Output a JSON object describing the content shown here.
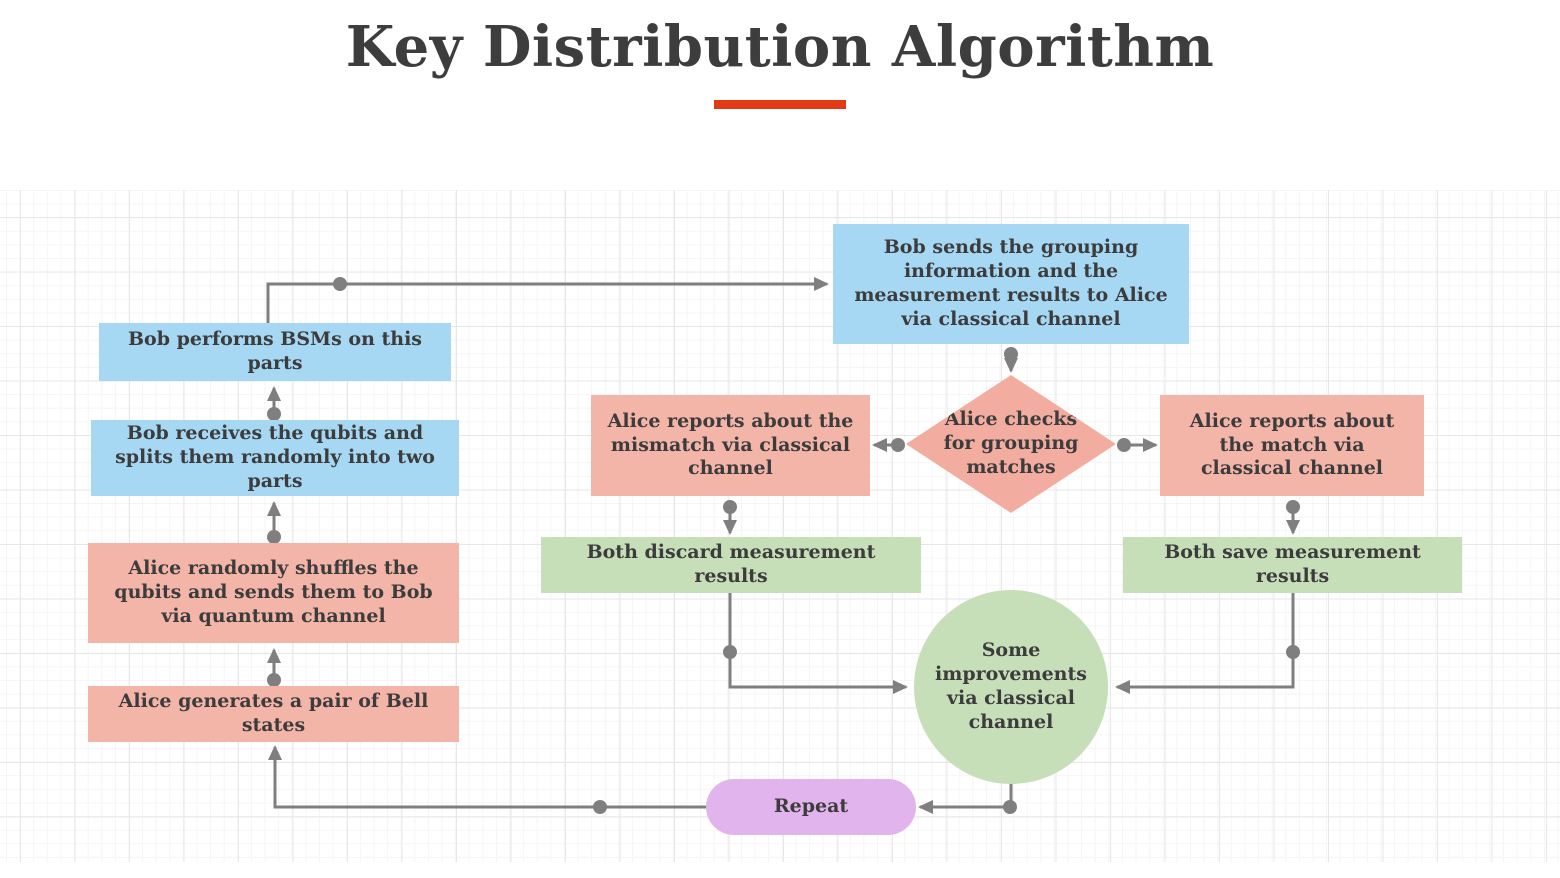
{
  "header": {
    "title": "Key Distribution Algorithm"
  },
  "flowchart": {
    "nodes": {
      "generate": {
        "label": "Alice generates a pair of Bell states",
        "shape": "rect",
        "color": "#f4b5a9"
      },
      "shuffle": {
        "label": "Alice randomly shuffles the qubits and sends them to Bob via quantum channel",
        "shape": "rect",
        "color": "#f4b5a9"
      },
      "receive": {
        "label": "Bob receives the qubits and splits them randomly into two parts",
        "shape": "rect",
        "color": "#a6d7f3"
      },
      "bsm": {
        "label": "Bob performs BSMs on this parts",
        "shape": "rect",
        "color": "#a6d7f3"
      },
      "bobsends": {
        "label": "Bob sends the grouping information and the measurement results to Alice via classical channel",
        "shape": "rect",
        "color": "#a6d7f3"
      },
      "check": {
        "label": "Alice checks for grouping matches",
        "shape": "diamond",
        "color": "#f2ada0"
      },
      "mismatch": {
        "label": "Alice reports about the mismatch via classical channel",
        "shape": "rect",
        "color": "#f4b5a9"
      },
      "match": {
        "label": "Alice reports about the match via classical channel",
        "shape": "rect",
        "color": "#f4b5a9"
      },
      "discard": {
        "label": "Both discard measurement results",
        "shape": "rect",
        "color": "#c7dfb9"
      },
      "save": {
        "label": "Both save measurement results",
        "shape": "rect",
        "color": "#c7dfb9"
      },
      "improve": {
        "label": "Some improvements via classical channel",
        "shape": "circle",
        "color": "#c7dfb9"
      },
      "repeat": {
        "label": "Repeat",
        "shape": "pill",
        "color": "#e2b4ee"
      }
    },
    "edges": [
      {
        "from": "generate",
        "to": "shuffle"
      },
      {
        "from": "shuffle",
        "to": "receive"
      },
      {
        "from": "receive",
        "to": "bsm"
      },
      {
        "from": "bsm",
        "to": "bobsends"
      },
      {
        "from": "bobsends",
        "to": "check"
      },
      {
        "from": "check",
        "to": "mismatch"
      },
      {
        "from": "check",
        "to": "match"
      },
      {
        "from": "mismatch",
        "to": "discard"
      },
      {
        "from": "match",
        "to": "save"
      },
      {
        "from": "discard",
        "to": "improve"
      },
      {
        "from": "save",
        "to": "improve"
      },
      {
        "from": "improve",
        "to": "repeat"
      },
      {
        "from": "repeat",
        "to": "generate"
      }
    ],
    "colors": {
      "accent_red": "#e23a17",
      "title_text": "#3d3d3d",
      "node_text": "#3c3c3c",
      "connector": "#7f7f7f",
      "grid_major": "#e7e7e7",
      "grid_minor": "#f5f5f5"
    }
  }
}
